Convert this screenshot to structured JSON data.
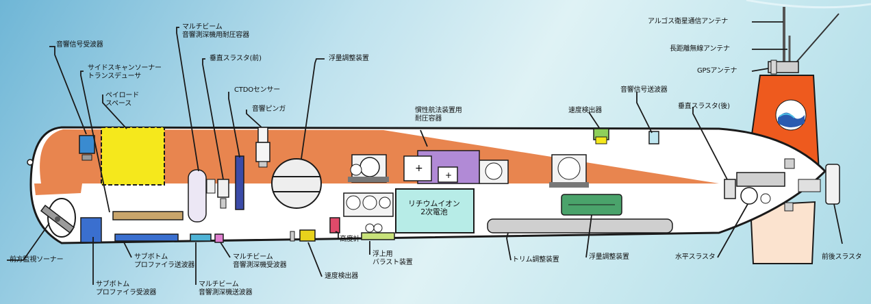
{
  "labels": {
    "acoustic_receiver": "音響信号受波器",
    "sidescan": "サイドスキャンソーナー\nトランスデューサ",
    "payload": "ペイロード\nスペース",
    "multibeam_vessel": "マルチビーム\n音響測深機用耐圧容器",
    "vertical_thruster_front": "垂直スラスタ(前)",
    "ctdo": "CTDOセンサー",
    "pinger": "音響ピンガ",
    "buoyancy_front": "浮量調整装置",
    "ins_vessel": "慣性航法装置用\n耐圧容器",
    "speed_sensor_top": "速度検出器",
    "acoustic_transmitter": "音響信号送波器",
    "vertical_thruster_rear": "垂直スラスタ(後)",
    "argos_antenna": "アルゴス衛星通信アンテナ",
    "long_range_antenna": "長距離無線アンテナ",
    "gps_antenna": "GPSアンテナ",
    "battery": "リチウムイオン\n2次電池",
    "forward_sonar": "前方監視ソーナー",
    "sbp_receiver": "サブボトム\nプロファイラ受波器",
    "sbp_transmitter": "サブボトム\nプロファイラ送波器",
    "multibeam_receiver": "マルチビーム\n音響測深機受波器",
    "multibeam_transmitter": "マルチビーム\n音響測深機送波器",
    "speed_sensor_bottom": "速度検出器",
    "altimeter": "高度計",
    "ballast": "浮上用\nバラスト装置",
    "trim": "トリム調整装置",
    "buoyancy_rear": "浮量調整装置",
    "horizontal_thruster": "水平スラスタ",
    "fore_aft_thruster": "前後スラスタ"
  },
  "colors": {
    "hull": "#ffffff",
    "orange": "#e8854f",
    "fin_orange": "#ee5a1e",
    "payload": "#f5e81c",
    "battery": "#b7ece7",
    "ins": "#b18ad6",
    "green": "#4aa36b",
    "outline": "#1a1a1a"
  },
  "icons": {
    "logo": "jamstec-wave-logo"
  }
}
